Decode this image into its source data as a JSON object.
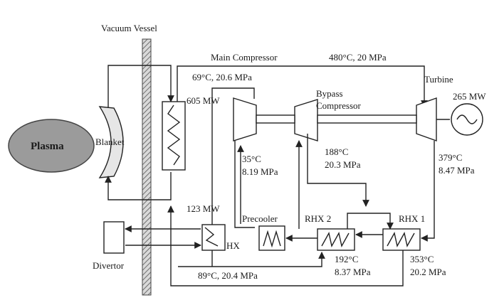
{
  "labels": {
    "vacuum_vessel": "Vacuum Vessel",
    "main_compressor": "Main Compressor",
    "top_right_conditions": "480°C, 20 MPa",
    "turbine": "Turbine",
    "compressor_in": "69°C, 20.6 MPa",
    "heater_power": "605 MW",
    "bypass_1": "Bypass",
    "bypass_2": "Compressor",
    "generator_power": "265 MW",
    "plasma": "Plasma",
    "blanket": "Blanket",
    "precooler_out_temp": "35°C",
    "precooler_out_press": "8.19 MPa",
    "bypass_out_temp": "188°C",
    "bypass_out_press": "20.3 MPa",
    "turbine_out_temp": "379°C",
    "turbine_out_press": "8.47 MPa",
    "hx_power": "123 MW",
    "precooler": "Precooler",
    "rhx2": "RHX 2",
    "rhx1": "RHX 1",
    "hx": "HX",
    "divertor": "Divertor",
    "rhx2_out_temp": "192°C",
    "rhx2_out_press": "8.37 MPa",
    "rhx1_out_temp": "353°C",
    "rhx1_out_press": "20.2 MPa",
    "bottom_conditions": "89°C, 20.4 MPa"
  }
}
